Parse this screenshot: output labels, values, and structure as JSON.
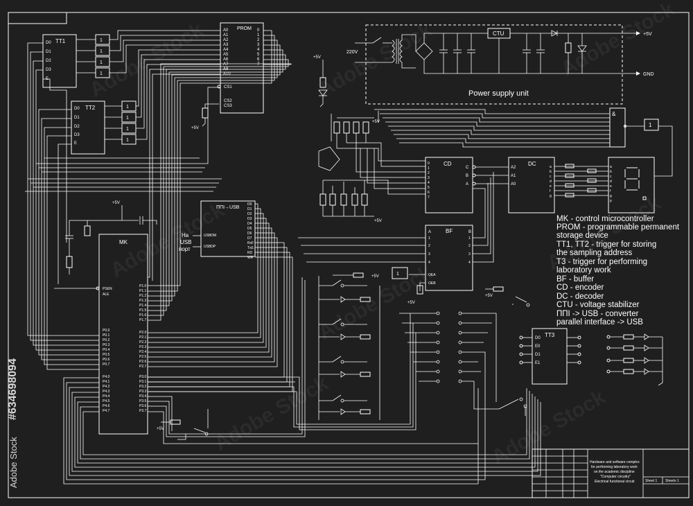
{
  "blocks": {
    "tt1": {
      "title": "TT1",
      "pins": [
        "D0",
        "D1",
        "D2",
        "D3",
        "E"
      ]
    },
    "tt2": {
      "title": "TT2",
      "pins": [
        "D0",
        "D1",
        "D2",
        "D3",
        "E"
      ]
    },
    "tt3": {
      "title": "TT3",
      "pins": [
        "D0",
        "E0",
        "D1",
        "E1"
      ]
    },
    "prom": {
      "title": "PROM",
      "addr": [
        "A0",
        "A1",
        "A2",
        "A3",
        "A4",
        "A5",
        "A6",
        "A7",
        "A8",
        "A10"
      ],
      "data": [
        "0",
        "1",
        "2",
        "3",
        "4",
        "5",
        "6",
        "7"
      ],
      "cs": [
        "CS1",
        "CS2",
        "CS3"
      ]
    },
    "mk": {
      "title": "MK",
      "left": [
        "PSEN",
        "ALE",
        "P0.0",
        "P0.1",
        "P0.2",
        "P0.3",
        "P0.4",
        "P0.5",
        "P0.6",
        "P0.7",
        "P4.0",
        "P4.1",
        "P4.2",
        "P4.3",
        "P4.4",
        "P4.5",
        "P4.6",
        "P4.7"
      ],
      "right": [
        "P1.0",
        "P1.1",
        "P1.2",
        "P1.3",
        "P1.4",
        "P1.5",
        "P1.6",
        "P1.7",
        "P2.0",
        "P2.1",
        "P2.2",
        "P2.3",
        "P2.4",
        "P2.5",
        "P2.6",
        "P2.7",
        "P3.0",
        "P3.1",
        "P3.2",
        "P3.3",
        "P3.4",
        "P3.5",
        "P3.6",
        "P3.7"
      ]
    },
    "ppi": {
      "title": "ППІ→USB",
      "data": [
        "D0",
        "D1",
        "D2",
        "D3",
        "D4",
        "D5",
        "D6",
        "D7"
      ],
      "ctrl": [
        "RxF",
        "TxE",
        "RD",
        "WR"
      ],
      "usb": [
        "USBDM",
        "USBDP"
      ],
      "port_label": [
        "На",
        "USB",
        "порт"
      ]
    },
    "cd": {
      "title": "CD",
      "inputs": [
        "0",
        "1",
        "2",
        "3",
        "4",
        "5",
        "6",
        "7"
      ],
      "outputs": [
        "C",
        "B",
        "A"
      ]
    },
    "dc": {
      "title": "DC",
      "inputs": [
        "A2",
        "A1",
        "A0"
      ],
      "outputs": [
        "a",
        "b",
        "c",
        "d",
        "e",
        "f",
        "g"
      ]
    },
    "bf": {
      "title": "BF",
      "a": [
        "1",
        "2",
        "3",
        "4"
      ],
      "b": [
        "1",
        "2",
        "3",
        "4"
      ],
      "ctrl": [
        "OEA",
        "OEB"
      ]
    },
    "and_gate": "&",
    "not_gate": "1",
    "ctu": "CTU"
  },
  "power": {
    "title": "Power supply unit",
    "vin": "220V",
    "out_pos": "+5V",
    "out_gnd": "GND"
  },
  "supply_label": "+5V",
  "legend": [
    "MK - control microcontroller",
    "PROM - programmable permanent",
    "storage device",
    "TT1, TT2 - trigger for storing",
    "the sampling address",
    "T3 - trigger for performing",
    "laboratory work",
    "BF - buffer",
    "CD - encoder",
    "DC - decoder",
    "CTU - voltage stabilizer",
    "ППІ -> USB - converter",
    "parallel interface -> USB"
  ],
  "title_block": {
    "lines": [
      "Hardware and software complex",
      "for performing laboratory work",
      "on the academic discipline",
      "\"Computer circuitry\"",
      "Electrical functional circuit"
    ],
    "sheet": "Sheet 1",
    "sheets": "Sheets 1"
  },
  "watermark": "Adobe Stock",
  "stock_id": "#634698094",
  "stock_brand": "Adobe Stock",
  "colors": {
    "background": "#1f1f1f",
    "lines": "#ffffff"
  }
}
